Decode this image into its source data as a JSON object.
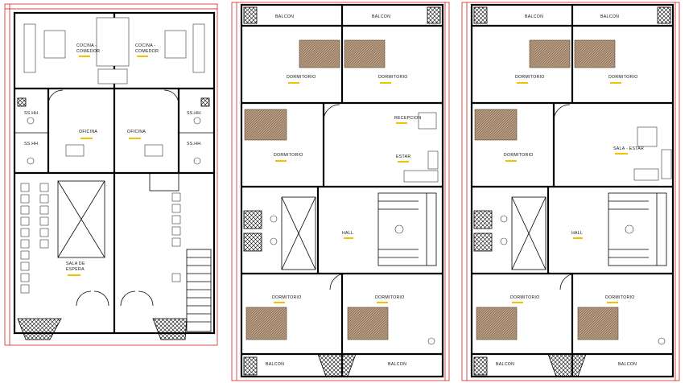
{
  "drawing": {
    "colors": {
      "wall": "#000000",
      "dimension": "#d40000",
      "dimension_text": "#0a9a0a",
      "marker": "#f2c200",
      "bed": "#a08870"
    },
    "plan1": {
      "rooms": {
        "cocina_left": "COCINA -",
        "comedor_left": "COMEDOR",
        "cocina_right": "COCINA -",
        "comedor_right": "COMEDOR",
        "oficina_left": "OFICINA",
        "oficina_right": "OFICINA",
        "sshh_upper": "SS.HH.",
        "sshh_lower": "SS.HH.",
        "sshh_right": "SS.HH.",
        "sshh_right2": "SS.HH.",
        "sala_line1": "SALA DE",
        "sala_line2": "ESPERA"
      }
    },
    "plan2": {
      "rooms": {
        "balcon_top_left": "BALCON",
        "balcon_top_right": "BALCON",
        "dormitorio_top_left": "DORMITORIO",
        "dormitorio_top_right": "DORMITORIO",
        "recepcion": "RECEPCION",
        "dormitorio_mid": "DORMITORIO",
        "estar": "ESTAR",
        "hall": "HALL",
        "dormitorio_low_left": "DORMITORIO",
        "dormitorio_low_right": "DORMITORIO",
        "balcon_bottom_left": "BALCON",
        "balcon_bottom_right": "BALCON"
      }
    },
    "plan3": {
      "rooms": {
        "balcon_top_left": "BALCON",
        "balcon_top_right": "BALCON",
        "dormitorio_top_left": "DORMITORIO",
        "dormitorio_top_right": "DORMITORIO",
        "dormitorio_mid": "DORMITORIO",
        "sala_estar": "SALA - ESTAR",
        "hall": "HALL",
        "dormitorio_low_left": "DORMITORIO",
        "dormitorio_low_right": "DORMITORIO",
        "balcon_bottom_left": "BALCON",
        "balcon_bottom_right": "BALCON"
      }
    }
  }
}
